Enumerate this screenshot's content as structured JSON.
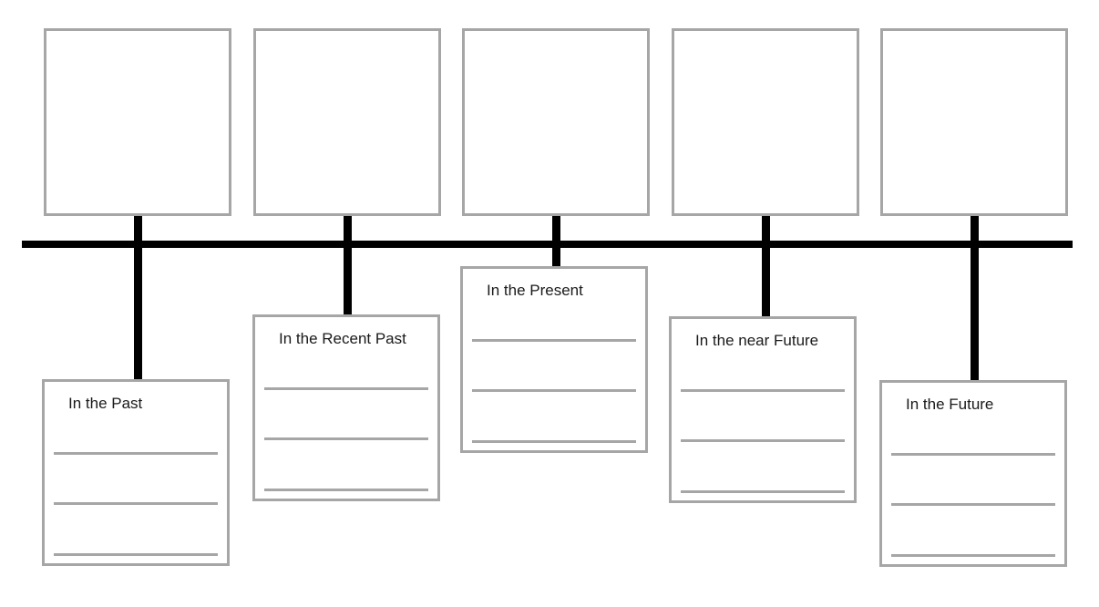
{
  "document": {
    "kind": "timeline-graphic-organizer",
    "top_picture_boxes": {
      "count": 5,
      "content": ""
    }
  },
  "colors": {
    "background": "#ffffff",
    "box_border": "#a6a6a6",
    "write_line": "#a6a6a6",
    "timeline_line": "#000000",
    "label_text": "#1a1a1a"
  },
  "bottom_boxes": [
    {
      "label": "In the Past",
      "write_lines": 3
    },
    {
      "label": "In the Recent Past",
      "write_lines": 3
    },
    {
      "label": "In the Present",
      "write_lines": 3
    },
    {
      "label": "In the near Future",
      "write_lines": 3
    },
    {
      "label": "In the Future",
      "write_lines": 3
    }
  ]
}
